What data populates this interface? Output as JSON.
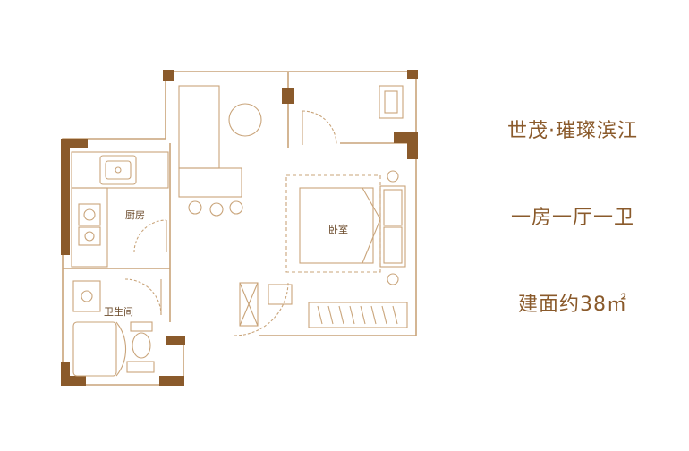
{
  "project": {
    "name": "世茂·璀璨滨江",
    "layout": "一房一厅一卫",
    "area": "建面约38㎡"
  },
  "rooms": {
    "kitchen": "厨房",
    "bedroom": "卧室",
    "bathroom": "卫生间"
  },
  "colors": {
    "wall": "#8a5a2b",
    "line": "#c9a47a",
    "text": "#8a5a2b",
    "background": "#ffffff"
  }
}
